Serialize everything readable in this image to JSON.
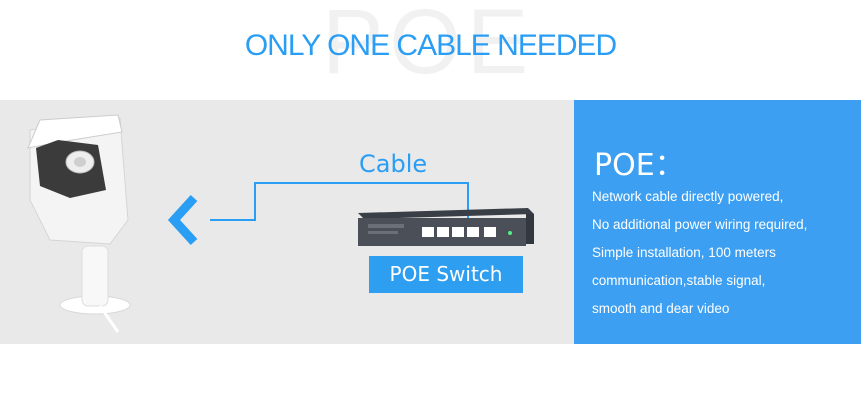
{
  "watermark": "POE",
  "headline": "ONLY ONE CABLE NEEDED",
  "diagram": {
    "cable_label": "Cable",
    "switch_label": "POE Switch"
  },
  "panel": {
    "title": "POE：",
    "lines": [
      "Network cable directly powered,",
      "No additional power wiring required,",
      "Simple installation, 100 meters",
      "communication,stable signal,",
      "smooth and dear video"
    ]
  },
  "colors": {
    "accent": "#2a9df4",
    "panel_bg": "#3d9ff1",
    "band_bg": "#e9e9e9"
  }
}
